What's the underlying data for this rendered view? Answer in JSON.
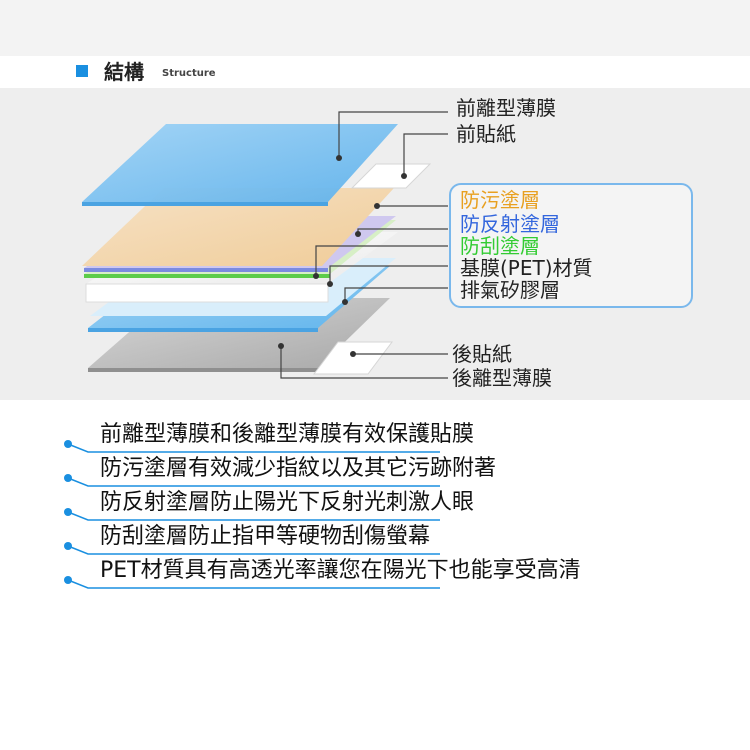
{
  "header": {
    "title": "結構",
    "subtitle": "Structure"
  },
  "layers": {
    "front_release_film": "前離型薄膜",
    "front_sticker": "前貼紙",
    "anti_smudge": "防污塗層",
    "anti_reflection": "防反射塗層",
    "anti_scratch": "防刮塗層",
    "base_film": "基膜(PET)材質",
    "adhesive": "排氣矽膠層",
    "back_sticker": "後貼紙",
    "back_release_film": "後離型薄膜"
  },
  "features": [
    "前離型薄膜和後離型薄膜有效保護貼膜",
    "防污塗層有效減少指紋以及其它污跡附著",
    "防反射塗層防止陽光下反射光刺激人眼",
    "防刮塗層防止指甲等硬物刮傷螢幕",
    "PET材質具有高透光率讓您在陽光下也能享受高清"
  ],
  "colors": {
    "accent": "#1a8fe0",
    "anti_smudge": "#e8a020",
    "anti_reflection": "#3366dd",
    "anti_scratch": "#33cc33",
    "box_border": "#7ab8ec"
  }
}
